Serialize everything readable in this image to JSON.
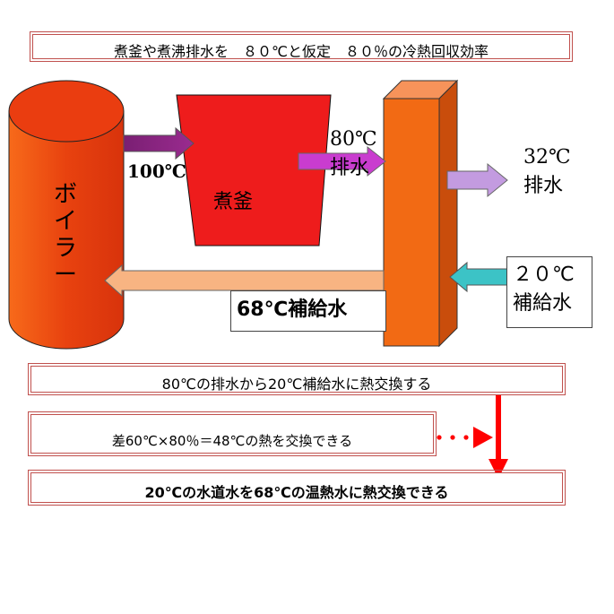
{
  "header": {
    "text": "煮釜や煮沸排水を　８０℃と仮定　８０％の冷熱回収効率"
  },
  "boiler": {
    "label": "ボイラー",
    "color": "#e84210"
  },
  "pot": {
    "label": "煮釜",
    "color": "#ee1c1c"
  },
  "exchanger": {
    "color": "#f26a14"
  },
  "labels": {
    "in_temp": "100℃",
    "drain_in": "80℃\n排水",
    "drain_out": "32℃\n排水",
    "supply_in": "２０℃\n補給水",
    "supply_out": "68℃補給水"
  },
  "notes": {
    "line1": "80℃の排水から20℃補給水に熱交換する",
    "line2": "差60℃×80％＝48℃の熱を交換できる",
    "line3": "20℃の水道水を68℃の温熱水に熱交換できる"
  }
}
